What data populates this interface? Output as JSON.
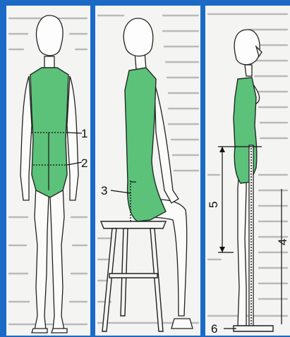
{
  "figure": {
    "callouts": [
      {
        "id": "1",
        "label": "1"
      },
      {
        "id": "2",
        "label": "2"
      },
      {
        "id": "3",
        "label": "3"
      },
      {
        "id": "4",
        "label": "4"
      },
      {
        "id": "5",
        "label": "5"
      },
      {
        "id": "6",
        "label": "6"
      }
    ]
  },
  "colors": {
    "frame": "#1a6ac6",
    "garment": "#5cc27a",
    "paper": "#f4f4f2"
  }
}
